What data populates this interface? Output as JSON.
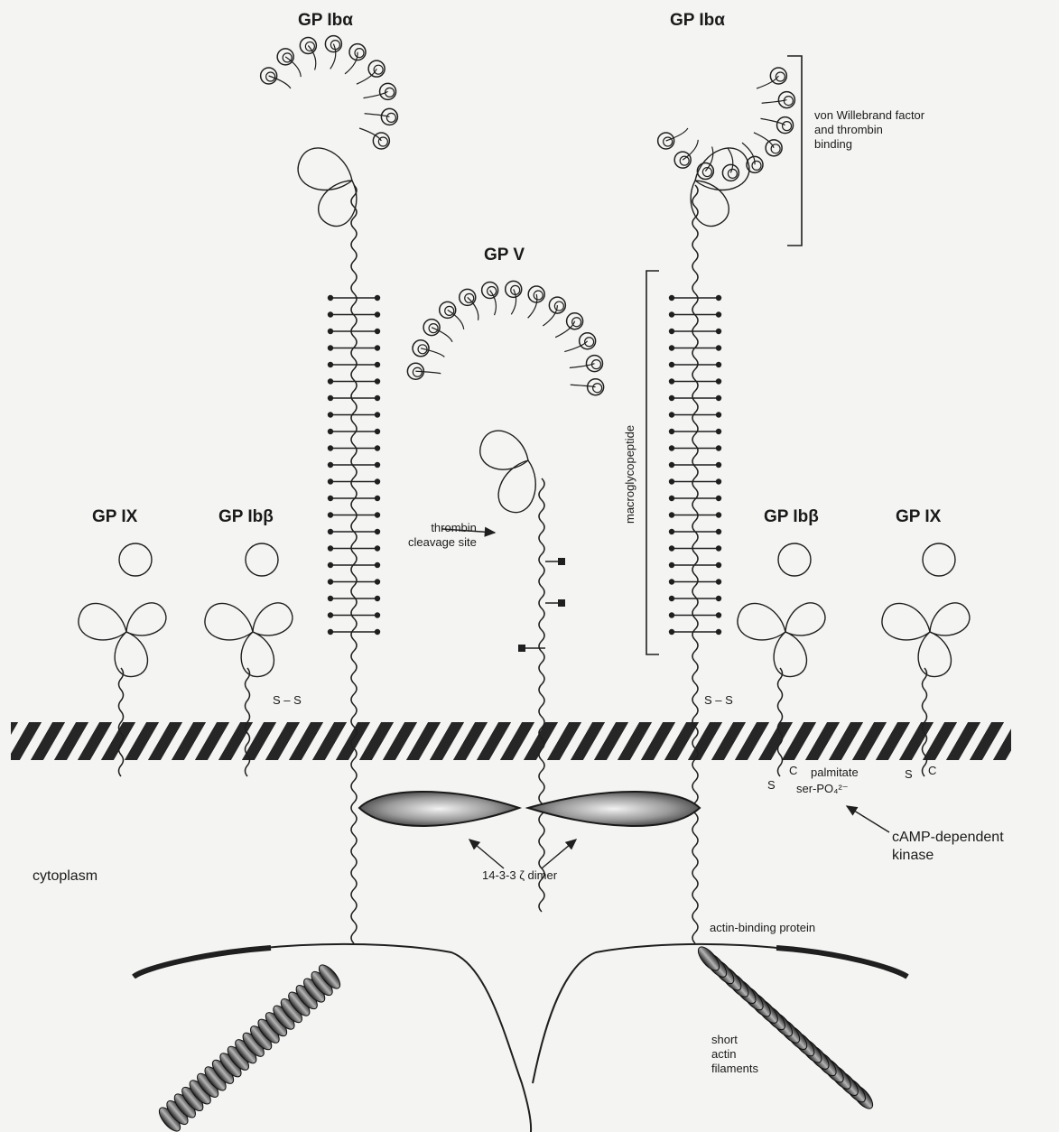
{
  "labels": {
    "gp_iba_left": "GP Ibα",
    "gp_iba_right": "GP Ibα",
    "gp_v": "GP V",
    "gp_ix_left": "GP IX",
    "gp_ibb_left": "GP Ibβ",
    "gp_ibb_right": "GP Ibβ",
    "gp_ix_right": "GP IX",
    "vwf_line1": "von Willebrand factor",
    "vwf_line2": "and thrombin",
    "vwf_line3": "binding",
    "macroglycopeptide": "macroglycopeptide",
    "thrombin_line1": "thrombin",
    "thrombin_line2": "cleavage site",
    "ss_left": "S – S",
    "ss_right": "S – S",
    "palmitate": "palmitate",
    "serpo4": "ser-PO₄²⁻",
    "s_label": "S",
    "c_label": "C",
    "s_label2": "S",
    "c_label2": "C",
    "camp_line1": "cAMP-dependent",
    "camp_line2": "kinase",
    "cytoplasm": "cytoplasm",
    "dimer": "14-3-3 ζ dimer",
    "actin_binding": "actin-binding protein",
    "short_line1": "short",
    "short_line2": "actin",
    "short_line3": "filaments"
  },
  "colors": {
    "ink": "#1f1f1f",
    "membrane": "#2a2a2a",
    "background": "#f4f4f2"
  }
}
